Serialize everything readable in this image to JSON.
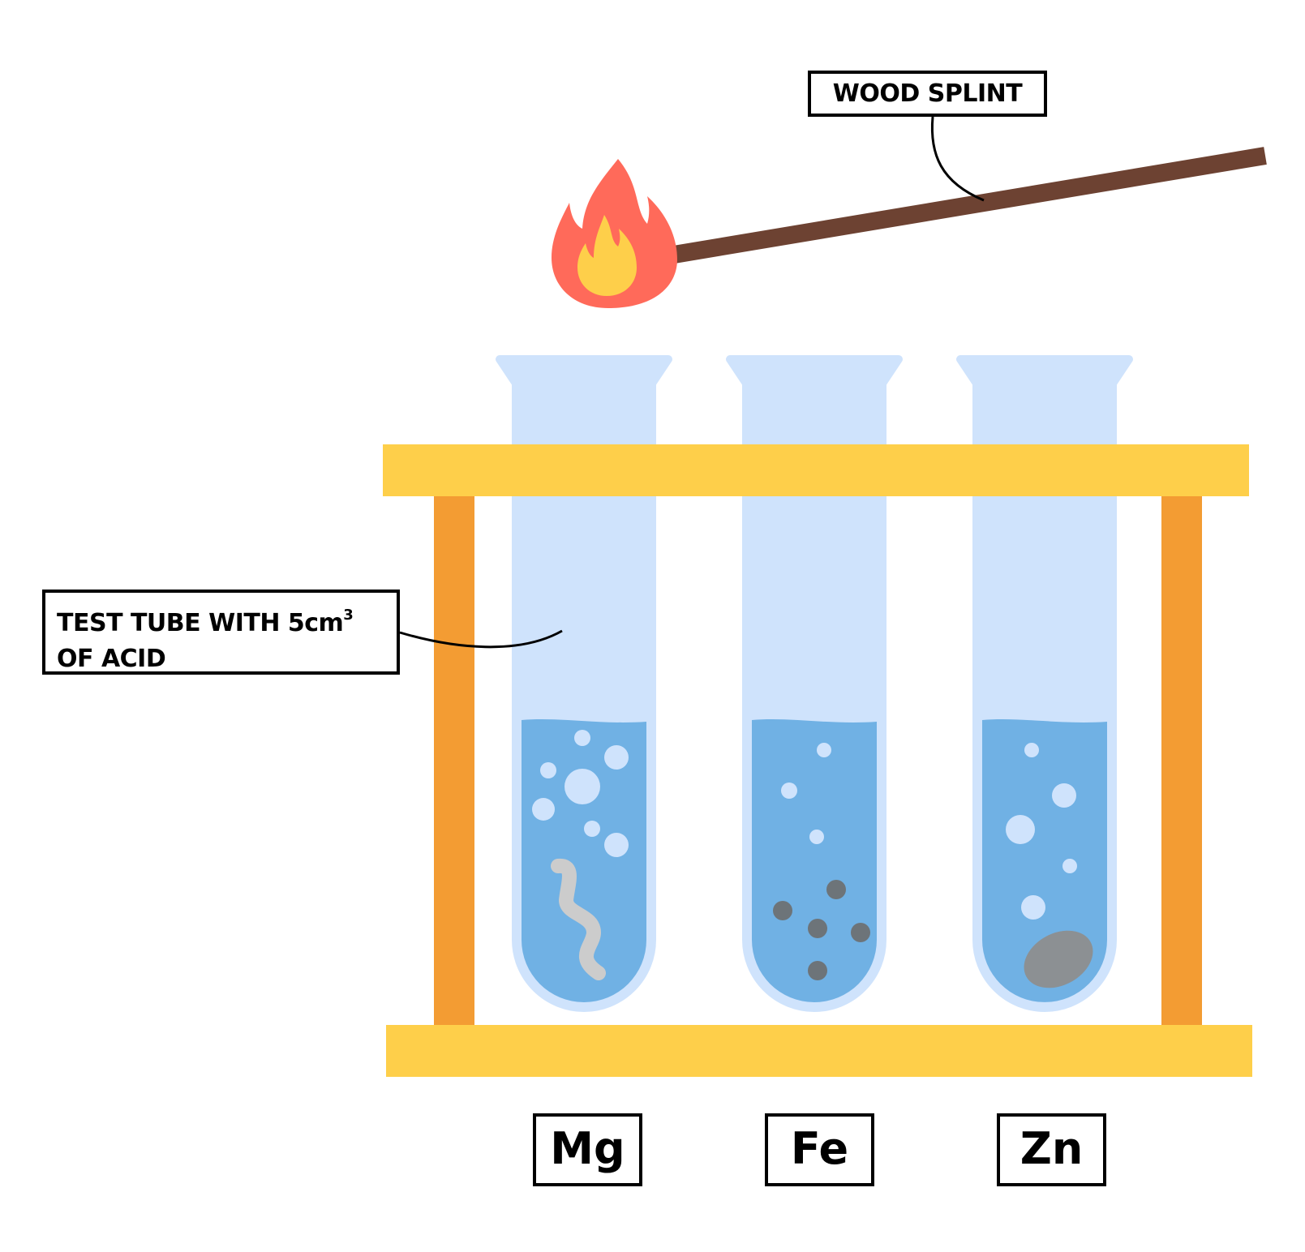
{
  "diagram": {
    "title": "Reactivity of metals with acid - test tubes in rack with burning splint",
    "labels": {
      "wood_splint": "WOOD SPLINT",
      "test_tube_line1_prefix": "TEST TUBE WITH 5cm",
      "test_tube_line1_sup": "3",
      "test_tube_line2": "OF ACID"
    },
    "tubes": [
      {
        "metal": "Mg",
        "metal_form": "ribbon",
        "bubbles": "many"
      },
      {
        "metal": "Fe",
        "metal_form": "filings/granules",
        "bubbles": "few"
      },
      {
        "metal": "Zn",
        "metal_form": "lump",
        "bubbles": "moderate"
      }
    ],
    "colors": {
      "rack_bar": "#FECF4A",
      "rack_post": "#F39C33",
      "tube_glass": "#CFE3FC",
      "acid": "#70B1E4",
      "bubble": "#CFE3FC",
      "splint": "#6D4232",
      "flame_outer": "#FF6A5A",
      "flame_inner": "#FECF4A",
      "magnesium": "#CCCCCC",
      "iron": "#6D7479",
      "zinc": "#8C9093",
      "outline": "#000000"
    }
  }
}
